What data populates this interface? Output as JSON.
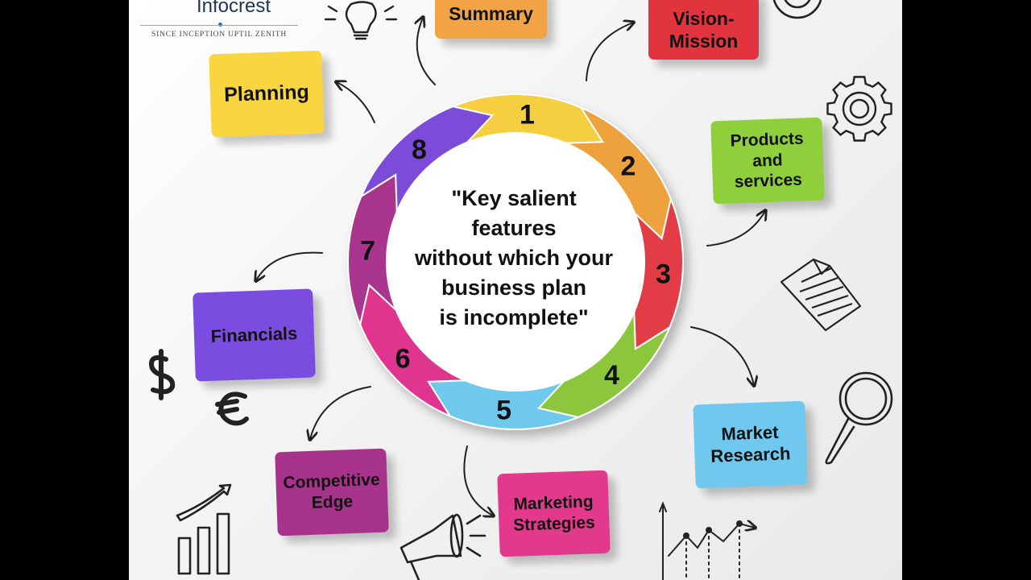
{
  "logo": {
    "name": "Infocrest",
    "tagline": "SINCE INCEPTION UPTIL ZENITH"
  },
  "center_text": [
    "\"Key salient",
    "features",
    "without which your",
    "business plan",
    "is incomplete\""
  ],
  "segments": [
    {
      "number": "1",
      "color": "#f5cf3f"
    },
    {
      "number": "2",
      "color": "#eda23d"
    },
    {
      "number": "3",
      "color": "#e23e47"
    },
    {
      "number": "4",
      "color": "#8cc63d"
    },
    {
      "number": "5",
      "color": "#6ec9ec"
    },
    {
      "number": "6",
      "color": "#e0368f"
    },
    {
      "number": "7",
      "color": "#a9368e"
    },
    {
      "number": "8",
      "color": "#7c4bd8"
    }
  ],
  "cards": [
    {
      "key": "planning",
      "lines": [
        "Planning"
      ],
      "color": "#f9d640"
    },
    {
      "key": "summary",
      "lines": [
        "Summary"
      ],
      "color": "#f2a344"
    },
    {
      "key": "vision-mission",
      "lines": [
        "Vision-",
        "Mission"
      ],
      "color": "#e2343f"
    },
    {
      "key": "products-services",
      "lines": [
        "Products",
        "and",
        "services"
      ],
      "color": "#8fcf3c"
    },
    {
      "key": "market-research",
      "lines": [
        "Market",
        "Research"
      ],
      "color": "#71c8ee"
    },
    {
      "key": "marketing-strategies",
      "lines": [
        "Marketing",
        "Strategies"
      ],
      "color": "#e2398c"
    },
    {
      "key": "competitive-edge",
      "lines": [
        "Competitive",
        "Edge"
      ],
      "color": "#a7338c"
    },
    {
      "key": "financials",
      "lines": [
        "Financials"
      ],
      "color": "#7a4de0"
    }
  ],
  "icons": [
    "lightbulb-icon",
    "target-icon",
    "gear-icon",
    "document-icon",
    "magnifier-icon",
    "line-chart-icon",
    "megaphone-icon",
    "bar-chart-icon",
    "dollar-icon",
    "euro-icon"
  ]
}
